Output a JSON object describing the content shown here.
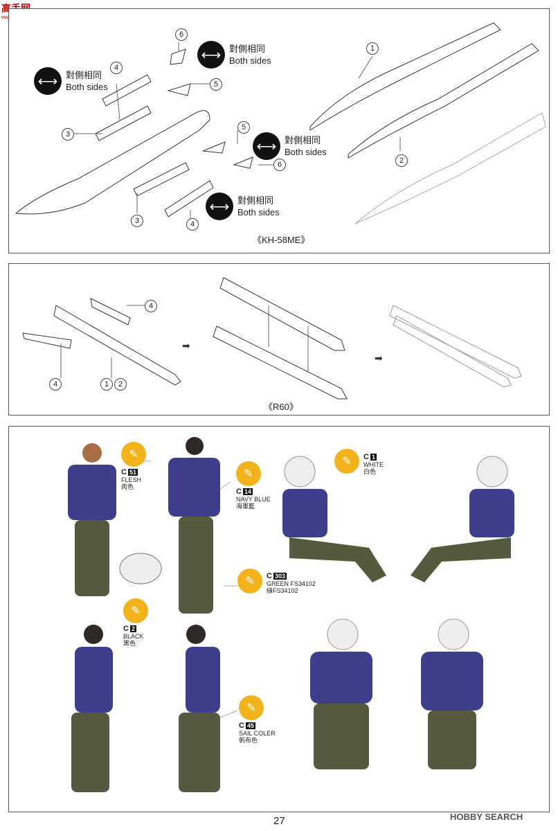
{
  "logo": {
    "name": "高手网",
    "url": "www.gaoshou.com"
  },
  "panel1": {
    "caption": "《KH-58ME》",
    "numbers": [
      "6",
      "4",
      "5",
      "3",
      "5",
      "6",
      "3",
      "4",
      "1",
      "2"
    ],
    "both_sides": [
      {
        "cn": "對側相同",
        "en": "Both sides"
      },
      {
        "cn": "對側相同",
        "en": "Both sides"
      },
      {
        "cn": "對側相同",
        "en": "Both sides"
      },
      {
        "cn": "對側相同",
        "en": "Both sides"
      }
    ]
  },
  "panel2": {
    "caption": "《R60》",
    "numbers": [
      "4",
      "4",
      "1",
      "2"
    ]
  },
  "panel3": {
    "paints": [
      {
        "code": "C",
        "num": "51",
        "en": "FLESH",
        "cn": "肉色"
      },
      {
        "code": "C",
        "num": "14",
        "en": "NAVY BLUE",
        "cn": "海軍藍"
      },
      {
        "code": "C",
        "num": "1",
        "en": "WHITE",
        "cn": "白色"
      },
      {
        "code": "C",
        "num": "303",
        "en": "GREEN FS34102",
        "cn": "綠FS34102"
      },
      {
        "code": "C",
        "num": "2",
        "en": "BLACK",
        "cn": "黑色"
      },
      {
        "code": "C",
        "num": "45",
        "en": "SAIL COLER",
        "cn": "帆布色"
      }
    ]
  },
  "footer": {
    "page": "27",
    "brand": "HOBBY SEARCH"
  }
}
